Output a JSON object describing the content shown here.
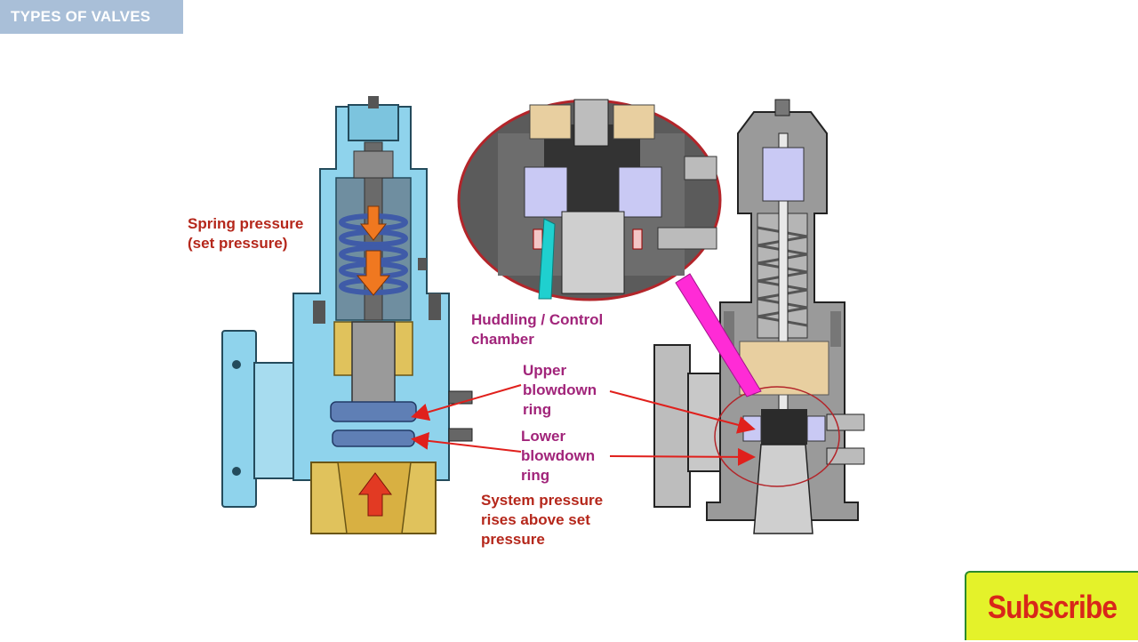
{
  "header": {
    "title": "TYPES OF VALVES"
  },
  "labels": {
    "spring_pressure": "Spring pressure\n(set pressure)",
    "huddling_chamber": "Huddling / Control\nchamber",
    "upper_ring": "Upper\nblowdown\nring",
    "lower_ring": "Lower\nblowdown\nring",
    "system_pressure": "System pressure\nrises above set\npressure"
  },
  "subscribe": {
    "label": "Subscribe"
  },
  "colors": {
    "body_blue": "#8fd3ec",
    "brass": "#e0c25c",
    "label_red": "#b5271b",
    "label_purple": "#a1247a",
    "arrow_orange": "#f07820",
    "pointer_magenta": "#ff2bd6",
    "pointer_teal": "#1fd0cf",
    "subscribe_bg": "#e4f22a"
  }
}
